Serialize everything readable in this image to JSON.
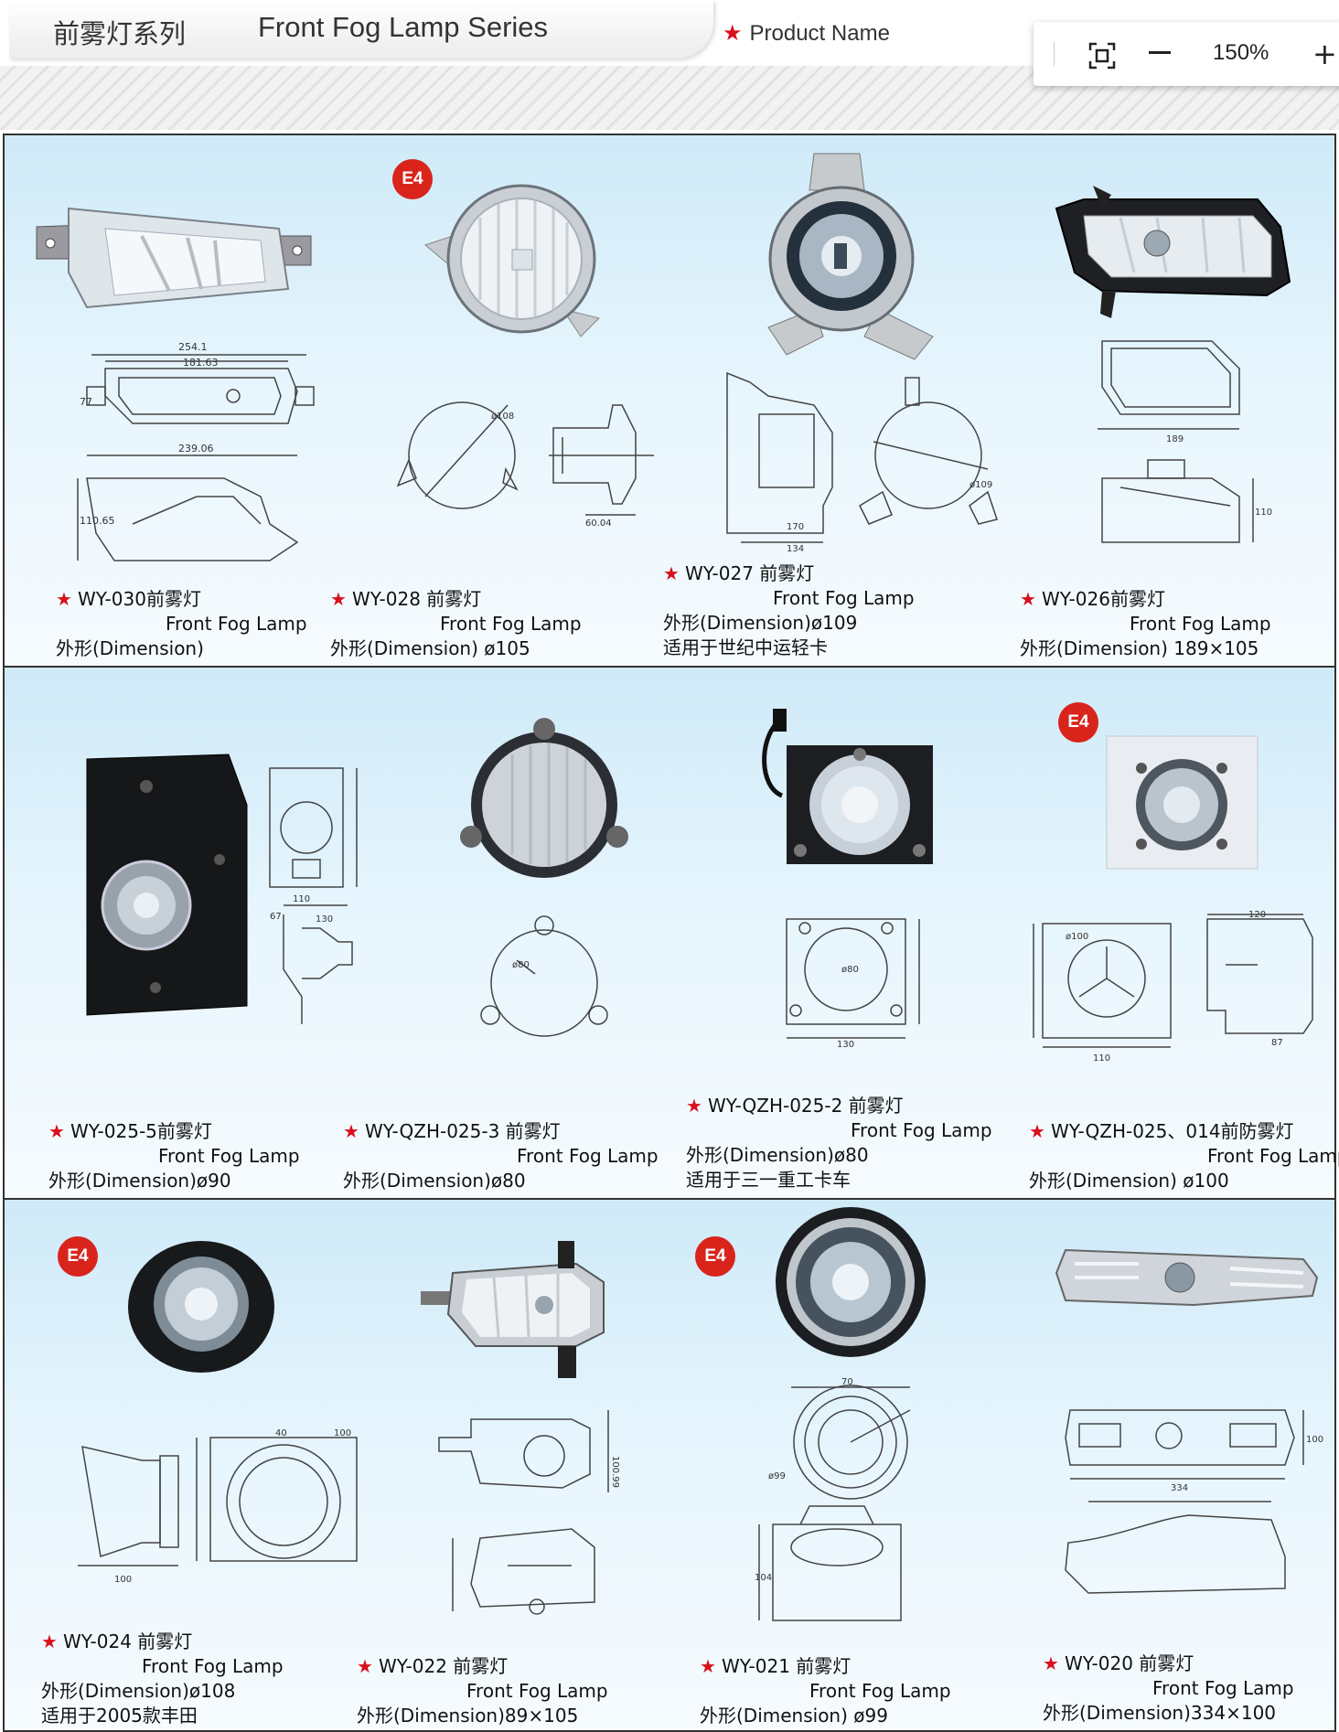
{
  "header": {
    "title_cn": "前雾灯系列",
    "title_en": "Front Fog Lamp Series",
    "product_name_label": "Product Name"
  },
  "zoom": {
    "level": "150%"
  },
  "badge": "E4",
  "products": [
    {
      "model": "WY-030前雾灯",
      "en": "Front Fog Lamp",
      "dim": "外形(Dimension)",
      "extra": ""
    },
    {
      "model": "WY-028  前雾灯",
      "en": "Front Fog Lamp",
      "dim": "外形(Dimension) ø105",
      "extra": ""
    },
    {
      "model": "WY-027  前雾灯",
      "en": "Front Fog Lamp",
      "dim": "外形(Dimension)ø109",
      "extra": "适用于世纪中运轻卡"
    },
    {
      "model": "WY-026前雾灯",
      "en": "Front Fog Lamp",
      "dim": "外形(Dimension) 189×105",
      "extra": ""
    },
    {
      "model": "WY-025-5前雾灯",
      "en": "Front Fog Lamp",
      "dim": "外形(Dimension)ø90",
      "extra": ""
    },
    {
      "model": "WY-QZH-025-3  前雾灯",
      "en": "Front Fog Lamp",
      "dim": "外形(Dimension)ø80",
      "extra": ""
    },
    {
      "model": "WY-QZH-025-2  前雾灯",
      "en": "Front Fog Lamp",
      "dim": "外形(Dimension)ø80",
      "extra": "适用于三一重工卡车"
    },
    {
      "model": "WY-QZH-025、014前防雾灯",
      "en": "Front Fog Lamp",
      "dim": "外形(Dimension) ø100",
      "extra": ""
    },
    {
      "model": "WY-024  前雾灯",
      "en": "Front Fog Lamp",
      "dim": "外形(Dimension)ø108",
      "extra": "适用于2005款丰田"
    },
    {
      "model": "WY-022 前雾灯",
      "en": "Front Fog Lamp",
      "dim": "外形(Dimension)89×105",
      "extra": ""
    },
    {
      "model": "WY-021 前雾灯",
      "en": "Front Fog Lamp",
      "dim": "外形(Dimension) ø99",
      "extra": ""
    },
    {
      "model": "WY-020  前雾灯",
      "en": "Front Fog Lamp",
      "dim": "外形(Dimension)334×100",
      "extra": ""
    }
  ],
  "drawing_labels": {
    "p030_a": "254.1",
    "p030_b": "181.63",
    "p030_c": "77",
    "p030_d": "239.06",
    "p030_e": "110.65",
    "p028_a": "ø108",
    "p028_b": "60.04",
    "p027_a": "170",
    "p027_b": "134",
    "p027_c": "ø109",
    "p026_a": "189",
    "p026_b": "110",
    "p0255_a": "110",
    "p0255_b": "67",
    "p0255_c": "130",
    "p0253_a": "ø80",
    "p0252_a": "ø80",
    "p0252_b": "130",
    "p025_a": "ø100",
    "p025_b": "110",
    "p025_c": "120",
    "p025_d": "87",
    "p024_a": "40",
    "p024_b": "100",
    "p024_c": "100",
    "p022_a": "100.99",
    "p021_a": "70",
    "p021_b": "ø99",
    "p021_c": "104",
    "p020_a": "100",
    "p020_b": "334"
  }
}
